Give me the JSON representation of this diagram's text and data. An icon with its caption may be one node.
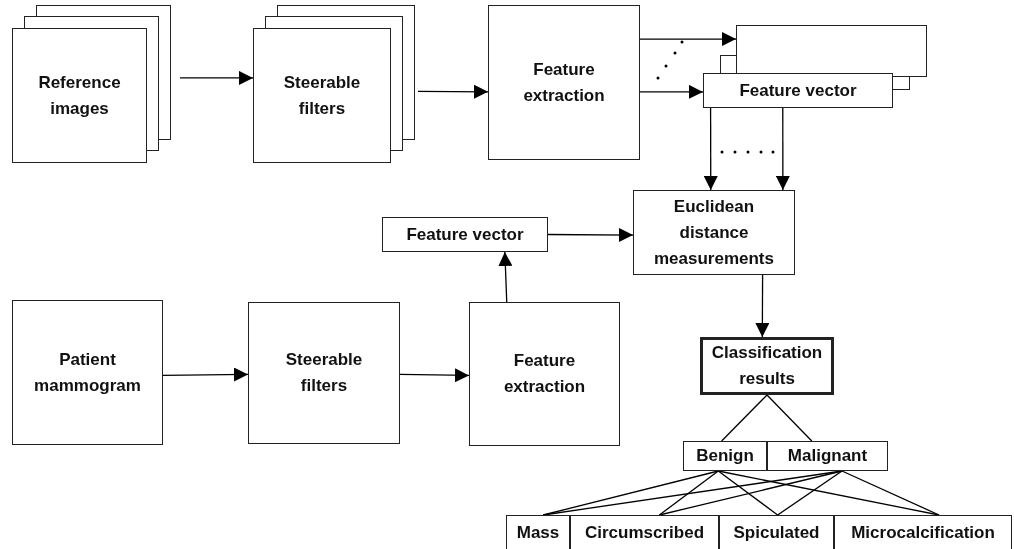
{
  "diagram": {
    "nodes": [
      {
        "text": [
          "Reference images"
        ]
      },
      {
        "text": [
          "Steerable filters"
        ]
      },
      {
        "text": [
          "Feature extraction"
        ]
      },
      {
        "text": [],
        "shape": "box"
      },
      {
        "text": [
          "Feature vector"
        ]
      },
      {
        "text": [
          "Euclidean distance measurements"
        ]
      },
      {
        "text": [
          "Feature vector"
        ]
      },
      {
        "text": [
          "Patient mammogram"
        ]
      },
      {
        "text": [
          "Steerable filters"
        ]
      },
      {
        "text": [
          "Feature extraction"
        ]
      },
      {
        "text": [
          "Classification results"
        ]
      },
      {
        "text": [
          "Benign"
        ]
      },
      {
        "text": [
          "Malignant"
        ]
      },
      {
        "text": [
          "Mass"
        ]
      },
      {
        "text": [
          "Circumscribed"
        ]
      },
      {
        "text": [
          "Spiculated"
        ]
      },
      {
        "text": [
          "Microcalcification"
        ]
      }
    ],
    "edges": [
      {
        "from": 0,
        "to": 1,
        "arrow": "to"
      },
      {
        "from": 1,
        "to": 2,
        "arrow": "to"
      },
      {
        "from": 2,
        "to": 3,
        "arrow": "to"
      },
      {
        "from": 2,
        "to": 4,
        "arrow": "to"
      },
      {
        "from": 4,
        "to": 5,
        "arrow": "to"
      },
      {
        "from": 4,
        "to": 5,
        "arrow": "to"
      },
      {
        "from": 6,
        "to": 5,
        "arrow": "to"
      },
      {
        "from": 7,
        "to": 8,
        "arrow": "to"
      },
      {
        "from": 8,
        "to": 9,
        "arrow": "to"
      },
      {
        "from": 9,
        "to": 6,
        "arrow": "to"
      },
      {
        "from": 5,
        "to": 10,
        "arrow": "to"
      },
      {
        "from": 10,
        "to": 11,
        "arrow": "none"
      },
      {
        "from": 10,
        "to": 12,
        "arrow": "none"
      },
      {
        "from": 11,
        "to": 13,
        "arrow": "none"
      },
      {
        "from": 11,
        "to": 14,
        "arrow": "none"
      },
      {
        "from": 11,
        "to": 15,
        "arrow": "none"
      },
      {
        "from": 11,
        "to": 16,
        "arrow": "none"
      },
      {
        "from": 12,
        "to": 13,
        "arrow": "none"
      },
      {
        "from": 12,
        "to": 14,
        "arrow": "none"
      },
      {
        "from": 12,
        "to": 15,
        "arrow": "none"
      },
      {
        "from": 12,
        "to": 16,
        "arrow": "none"
      }
    ]
  }
}
